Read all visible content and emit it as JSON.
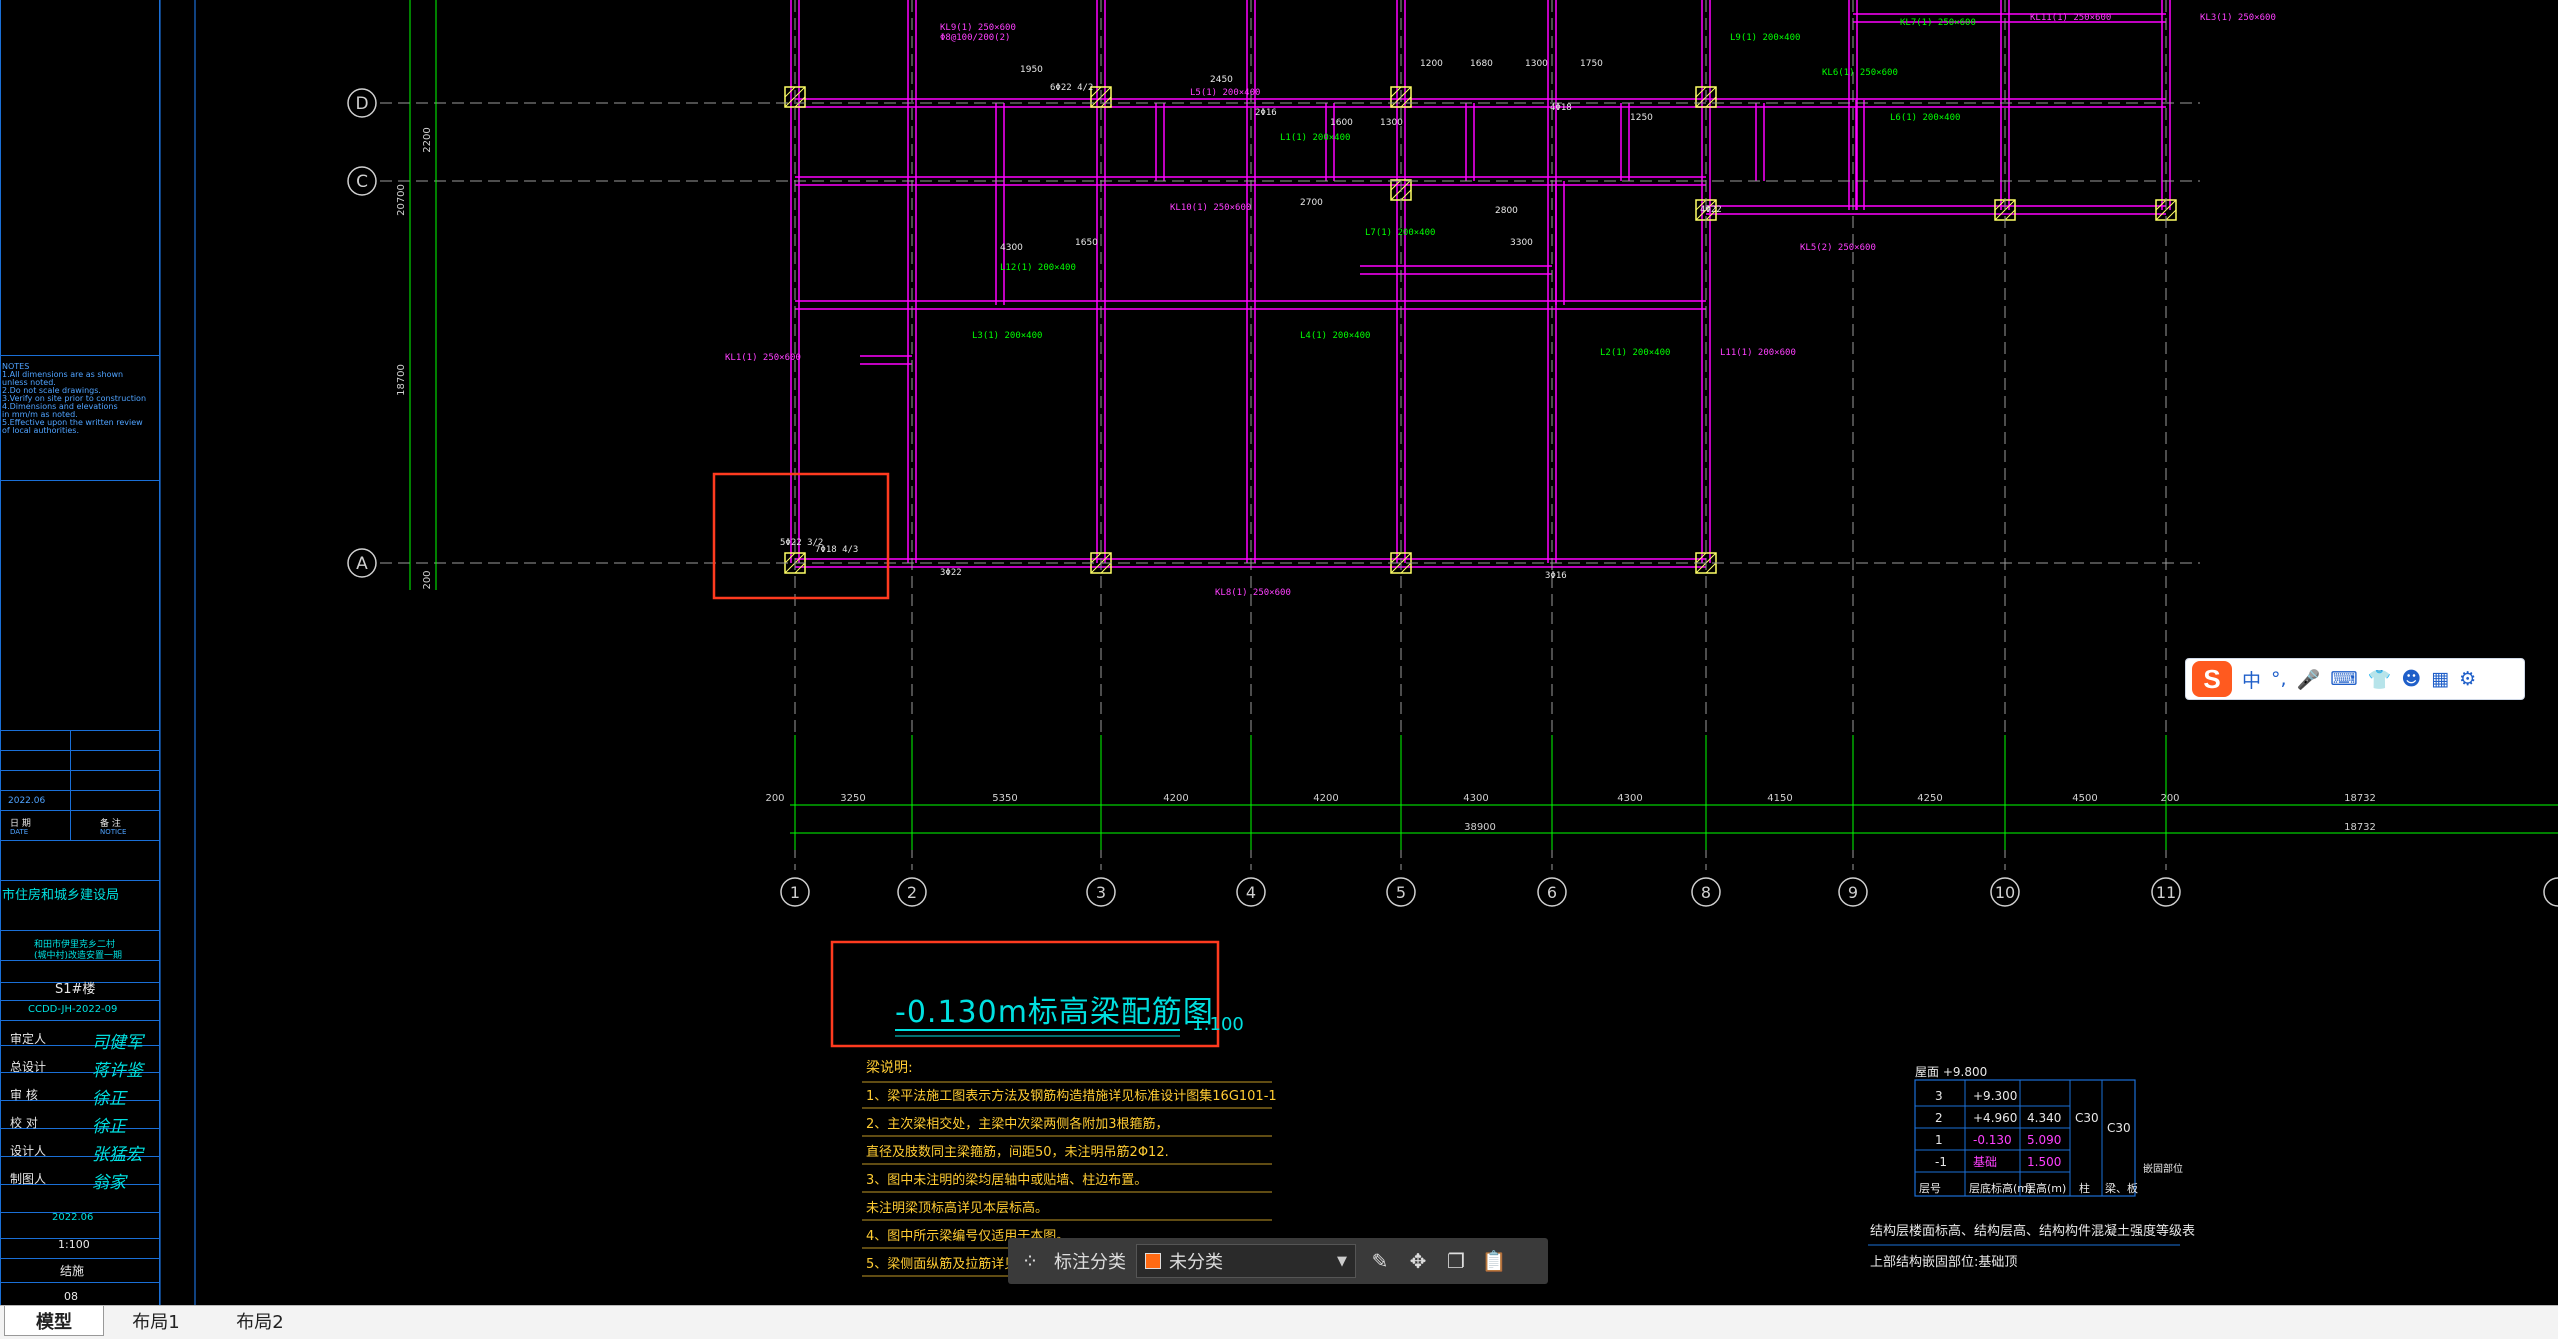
{
  "drawing": {
    "title": "-0.130m标高梁配筋图",
    "scale": "1:100",
    "axis_letters": [
      "D",
      "C",
      "A"
    ],
    "axis_numbers": [
      "1",
      "2",
      "3",
      "4",
      "5",
      "6",
      "8",
      "9",
      "10",
      "11"
    ],
    "dimensions_top": [
      "200",
      "3250",
      "5350",
      "4200",
      "4200",
      "4300",
      "4300",
      "4150",
      "4250",
      "4500",
      "200",
      "18732"
    ],
    "dimension_total": "38900",
    "dimension_total_right": "18732",
    "left_dims": [
      "2200",
      "20700",
      "18700",
      "200"
    ],
    "notes_title": "梁说明:",
    "notes": [
      "1、梁平法施工图表示方法及钢筋构造措施详见标准设计图集16G101-1",
      "2、主次梁相交处，主梁中次梁两侧各附加3根箍筋，",
      "    直径及肢数同主梁箍筋，间距50，未注明吊筋2Φ12.",
      "3、图中未注明的梁均居轴中或贴墙、柱边布置。",
      "    未注明梁顶标高详见本层标高。",
      "4、图中所示梁编号仅适用于本图。",
      "5、梁侧面纵筋及拉筋详见结构总说明"
    ],
    "table": {
      "header_top": "屋面  +9.800",
      "rows": [
        {
          "floor": "3",
          "elev": "+9.300",
          "height": "",
          "grade": ""
        },
        {
          "floor": "2",
          "elev": "+4.960",
          "height": "4.340",
          "grade": "C30"
        },
        {
          "floor": "1",
          "elev": "-0.130",
          "height": "5.090",
          "grade": ""
        },
        {
          "floor": "-1",
          "elev": "基础",
          "height": "1.500",
          "grade": ""
        }
      ],
      "col_labels": [
        "层号",
        "层底标高(m)",
        "层高(m)",
        "柱",
        "梁、板"
      ],
      "side_label": "嵌固部位",
      "grade_right": "C30",
      "caption1": "结构层楼面标高、结构层高、结构构件混凝土强度等级表",
      "caption2": "上部结构嵌固部位:基础顶"
    }
  },
  "title_block": {
    "notes_en": [
      "NOTES",
      "1.All dimensions are as shown",
      "  unless noted.",
      "2.Do not scale drawings.",
      "3.Verify on site prior to construction",
      "4.Dimensions and elevations",
      "  in mm/m as noted.",
      "5.Effective upon the written review",
      "  of local authorities."
    ],
    "date_small": "2022.06",
    "date_label": "日 期",
    "date_label_en": "DATE",
    "remark_label": "备 注",
    "remark_label_en": "NOTICE",
    "org": "市住房和城乡建设局",
    "project_line1": "和田市伊里克乡二村",
    "project_line2": "(城中村)改造安置一期",
    "drawing_no": "S1#楼",
    "code": "CCDD-JH-2022-09",
    "sign_rows": [
      {
        "label": "审定人",
        "sign": "司健军"
      },
      {
        "label": "总设计",
        "sign": "蒋许鉴"
      },
      {
        "label": "审 核",
        "sign": "徐正"
      },
      {
        "label": "校 对",
        "sign": "徐正"
      },
      {
        "label": "设计人",
        "sign": "张猛宏"
      },
      {
        "label": "制图人",
        "sign": "翁家"
      }
    ],
    "date": "2022.06",
    "scale": "1:100",
    "stage": "结施",
    "sheet": "08"
  },
  "ime": {
    "logo": "S",
    "items": [
      "中",
      "°,",
      "mic-icon",
      "keyboard-icon",
      "shirt-icon",
      "robot-icon",
      "grid-icon",
      "gear-icon"
    ]
  },
  "annotation_bar": {
    "label": "标注分类",
    "selected": "未分类",
    "swatch": "#ff6a13"
  },
  "tabs": [
    {
      "label": "模型",
      "active": true
    },
    {
      "label": "布局1",
      "active": false
    },
    {
      "label": "布局2",
      "active": false
    }
  ],
  "beam_labels": [
    "KL9(1) 250×600",
    "Φ8@100/200(2)",
    "L5(1) 200×400",
    "L1(1) 200×400",
    "KL10(1) 250×600",
    "L12(1) 200×400",
    "L3(1) 200×400",
    "L4(1) 200×400",
    "KL5(2) 250×600",
    "KL7(1) 250×600",
    "L6(1) 200×400",
    "L11(1) 200×600",
    "KL1(1) 250×600",
    "L7(1) 200×400",
    "KL8(1) 250×600",
    "L2(1) 200×400",
    "KL11(1) 250×600",
    "L9(1) 200×400",
    "KL3(1) 250×600",
    "KL6(1) 250×600"
  ],
  "rebar_labels": [
    "3Φ22",
    "7Φ18 4/3",
    "4Φ22",
    "5Φ22 3/2",
    "6Φ22 4/2",
    "2Φ16",
    "4Φ18",
    "3Φ16"
  ],
  "span_labels": [
    "1950",
    "2450",
    "1200",
    "1680",
    "1300",
    "1750",
    "1650",
    "2700",
    "1600",
    "1300",
    "2800",
    "3300",
    "4300",
    "1250"
  ],
  "colors": {
    "beam": "#ff00ff",
    "text_green": "#00ff00",
    "text_magenta": "#ff40ff",
    "column": "#ffff66",
    "axis": "#d0d0d0",
    "highlight": "#ff3b1f",
    "title_cyan": "#00e0e0",
    "notes_yellow": "#ffcc33"
  }
}
